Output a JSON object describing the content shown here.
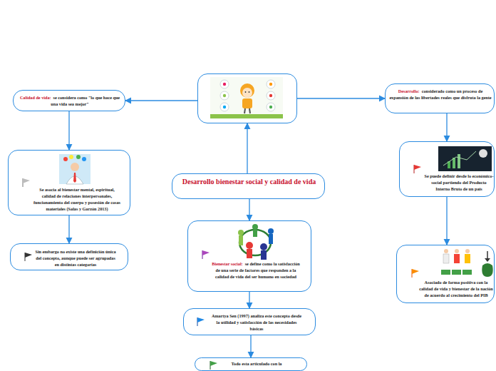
{
  "diagram": {
    "nodes": [
      {
        "text": []
      },
      {
        "text": [
          "Calidad de vida:",
          "se considera como \"lo que hace que una vida sea mejor\""
        ]
      },
      {
        "text": [
          "Desarrollo:",
          "considerado como un proceso de expansión de las libertades reales que disfruta la gente"
        ]
      },
      {
        "text": [
          "Se asocia al bienestar mental, espiritual, calidad de relaciones interpersonales, funcionamiento del cuerpo y posesión de cosas materiales  (Salas y Garzón 2013)"
        ]
      },
      {
        "text": [
          "Se puede definir desde lo económico-social partiendo del Producto Interno Bruto de un país"
        ]
      },
      {
        "text": [
          "Desarrollo bienestar social y calidad de vida"
        ]
      },
      {
        "text": [
          "Bienestar social:",
          "se define como la satisfacción de una serie de factores que responden a la calidad de vida del ser humano en sociedad"
        ]
      },
      {
        "text": [
          "Sin embargo no existe una definición única del concepto, aunque puede ser agrupadas en distintas categorías"
        ]
      },
      {
        "text": [
          "Asociado de forma positiva con la calidad de vida y bienestar de la nación de acuerdo al crecimiento del PIB"
        ]
      },
      {
        "text": [
          "Amartya Sen (1997) analiza este concepto desde la utilidad y satisfacción de las necesidades básicas"
        ]
      },
      {
        "text": [
          "Todo esta articulado con la"
        ]
      }
    ],
    "edges": [
      {
        "from": 0,
        "to": 1,
        "arrow": "to"
      },
      {
        "from": 0,
        "to": 2,
        "arrow": "to"
      },
      {
        "from": 5,
        "to": 0,
        "arrow": "to"
      },
      {
        "from": 5,
        "to": 6,
        "arrow": "to"
      },
      {
        "from": 1,
        "to": 3,
        "arrow": "to"
      },
      {
        "from": 2,
        "to": 4,
        "arrow": "to"
      },
      {
        "from": 3,
        "to": 7,
        "arrow": "to"
      },
      {
        "from": 4,
        "to": 8,
        "arrow": "to"
      },
      {
        "from": 6,
        "to": 9,
        "arrow": "to"
      },
      {
        "from": 9,
        "to": 10,
        "arrow": "to"
      }
    ]
  }
}
